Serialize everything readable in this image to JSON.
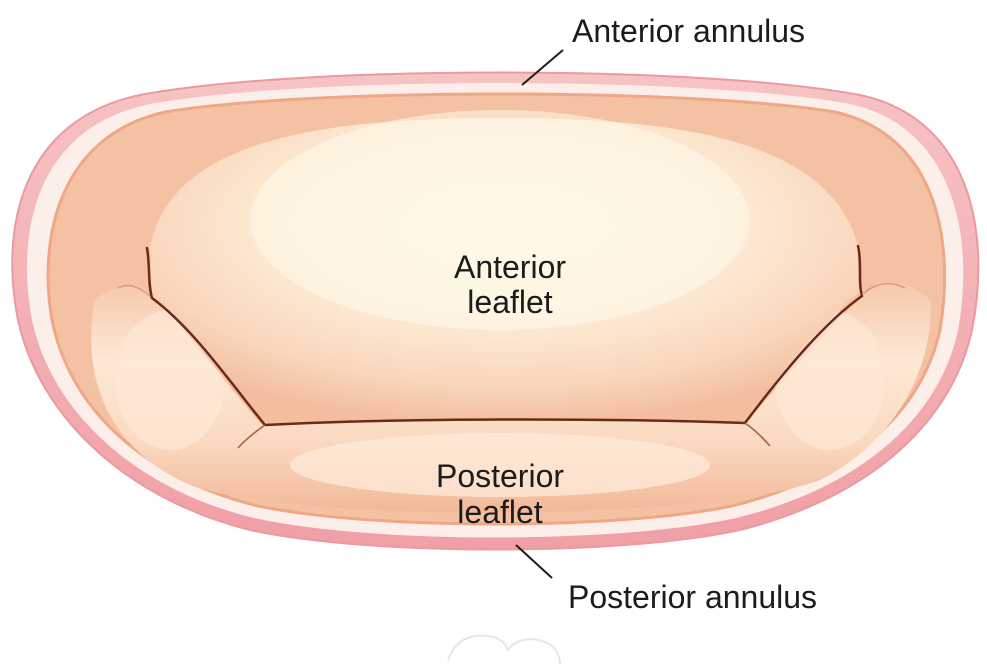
{
  "labels": {
    "anterior_annulus": "Anterior annulus",
    "anterior_leaflet_line1": "Anterior",
    "anterior_leaflet_line2": "leaflet",
    "posterior_leaflet_line1": "Posterior",
    "posterior_leaflet_line2": "leaflet",
    "posterior_annulus": "Posterior annulus"
  },
  "colors": {
    "annulus_ring": "#f2a9b0",
    "tissue_edge": "#f1b696",
    "leaflet_center": "#fdf4dd",
    "commissure_line": "#6b2a1c",
    "pointer_line": "#1c1c1c"
  }
}
